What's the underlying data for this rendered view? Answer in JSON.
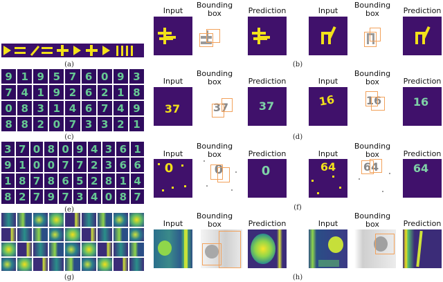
{
  "captions": {
    "a": "(a)",
    "b": "(b)",
    "c": "(c)",
    "d": "(d)",
    "e": "(e)",
    "f": "(f)",
    "g": "(g)",
    "h": "(h)"
  },
  "headers": {
    "input": "Input",
    "bounding_box_line1": "Bounding",
    "bounding_box_line2": "box",
    "prediction": "Prediction"
  },
  "grid_c": {
    "rows": [
      [
        "9",
        "1",
        "9",
        "5",
        "7",
        "6",
        "0",
        "9",
        "3"
      ],
      [
        "7",
        "4",
        "1",
        "9",
        "2",
        "6",
        "2",
        "1",
        "8"
      ],
      [
        "0",
        "8",
        "3",
        "1",
        "4",
        "6",
        "7",
        "4",
        "9"
      ],
      [
        "8",
        "8",
        "2",
        "0",
        "7",
        "3",
        "3",
        "2",
        "1"
      ]
    ]
  },
  "grid_e": {
    "rows": [
      [
        "3",
        "7",
        "0",
        "8",
        "0",
        "9",
        "4",
        "3",
        "6",
        "1"
      ],
      [
        "9",
        "1",
        "0",
        "0",
        "7",
        "7",
        "2",
        "3",
        "6",
        "6"
      ],
      [
        "1",
        "8",
        "7",
        "8",
        "6",
        "5",
        "2",
        "8",
        "1",
        "4"
      ],
      [
        "8",
        "2",
        "7",
        "9",
        "7",
        "3",
        "4",
        "0",
        "8",
        "7"
      ]
    ]
  },
  "d_digits": {
    "left": "37",
    "right": "16"
  },
  "f_digits": {
    "left": "0",
    "right": "64"
  },
  "colors": {
    "viridis_dark": "#440154",
    "viridis_yellow": "#fde725",
    "viridis_green": "#35b779",
    "bbox": "#f2a15a"
  }
}
